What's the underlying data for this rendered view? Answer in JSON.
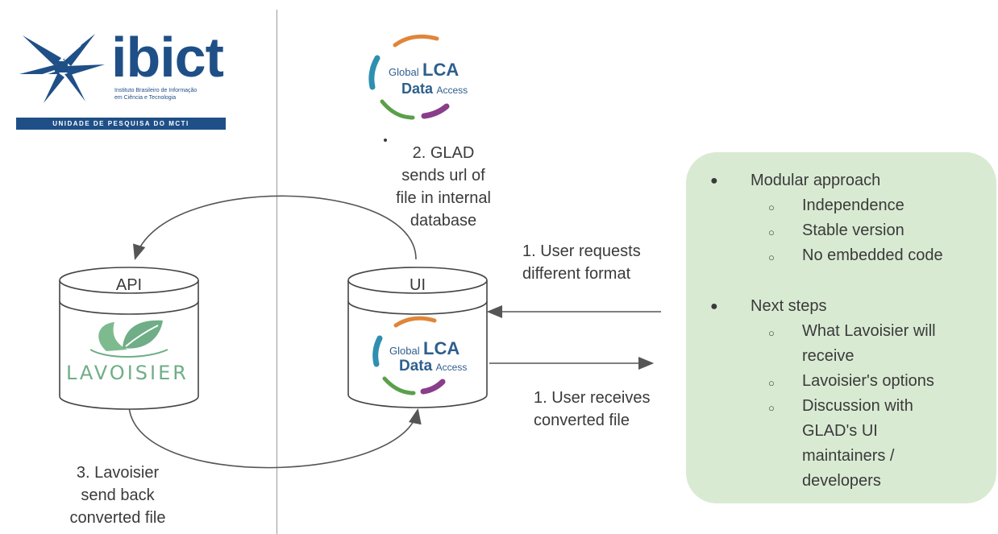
{
  "logos": {
    "ibict": {
      "name": "ibict",
      "subtitle_lines": [
        "Instituto Brasileiro de Informação",
        "em Ciência e Tecnologia"
      ],
      "bar_text": "UNIDADE DE PESQUISA DO MCTI"
    },
    "glad": {
      "word1": "Global",
      "word2": "LCA",
      "word3": "Data",
      "word4": "Access"
    },
    "lavoisier": {
      "name": "LAVOISIER"
    }
  },
  "nodes": {
    "api_label": "API",
    "ui_label": "UI"
  },
  "steps": {
    "step2": [
      "2. GLAD",
      "sends url of",
      "file in internal",
      "database"
    ],
    "step1_request": [
      "1. User requests",
      "different format"
    ],
    "step1_receive": [
      "1. User receives",
      "converted file"
    ],
    "step3": [
      "3. Lavoisier",
      "send back",
      "converted file"
    ]
  },
  "notes": {
    "sections": [
      {
        "title": "Modular approach",
        "items": [
          [
            "Independence"
          ],
          [
            "Stable version"
          ],
          [
            "No embedded code"
          ]
        ]
      },
      {
        "title": "Next steps",
        "items": [
          [
            "What Lavoisier will",
            "receive"
          ],
          [
            "Lavoisier's options"
          ],
          [
            "Discussion with",
            "GLAD's UI",
            "maintainers /",
            "developers"
          ]
        ]
      }
    ]
  },
  "colors": {
    "ibict_blue": "#1f4f87",
    "glad_blue": "#2e5f8d",
    "glad_orange": "#e0853a",
    "glad_green": "#5aa04a",
    "glad_purple": "#8a3d8a",
    "glad_teal": "#2f8fb0",
    "lavoisier_green": "#6fae86",
    "notes_background": "#d9ead3",
    "text": "#3a3a3a"
  }
}
